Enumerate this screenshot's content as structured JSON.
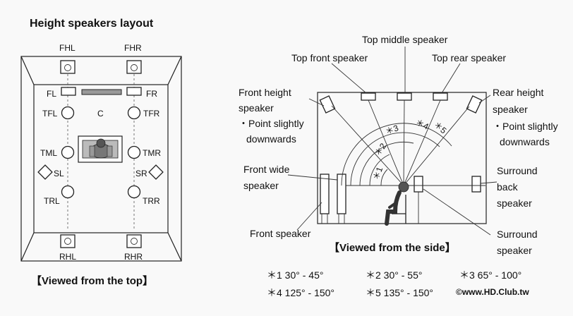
{
  "top_view": {
    "title": "Height speakers layout",
    "caption": "【Viewed from the top】",
    "labels": {
      "fhl": "FHL",
      "fhr": "FHR",
      "fl": "FL",
      "fr": "FR",
      "c": "C",
      "tfl": "TFL",
      "tfr": "TFR",
      "tml": "TML",
      "tmr": "TMR",
      "sl": "SL",
      "sr": "SR",
      "trl": "TRL",
      "trr": "TRR",
      "rhl": "RHL",
      "rhr": "RHR"
    }
  },
  "side_view": {
    "caption": "【Viewed from the side】",
    "labels": {
      "top_middle": "Top middle speaker",
      "top_front": "Top front speaker",
      "top_rear": "Top rear speaker",
      "front_height_1": "Front height",
      "front_height_2": "speaker",
      "front_height_3": "・Point slightly",
      "front_height_4": "downwards",
      "rear_height_1": "Rear height",
      "rear_height_2": "speaker",
      "rear_height_3": "・Point slightly",
      "rear_height_4": "downwards",
      "front_wide_1": "Front wide",
      "front_wide_2": "speaker",
      "surround_back_1": "Surround",
      "surround_back_2": "back",
      "surround_back_3": "speaker",
      "front_speaker": "Front speaker",
      "surround_1": "Surround",
      "surround_2": "speaker"
    },
    "angle_marks": [
      "＊1",
      "＊2",
      "＊3",
      "＊4",
      "＊5"
    ]
  },
  "angle_notes": [
    "＊1 30° - 45°",
    "＊2 30° - 55°",
    "＊3 65° - 100°",
    "＊4 125° - 150°",
    "＊5 135° - 150°"
  ],
  "watermark": "©www.HD.Club.tw"
}
